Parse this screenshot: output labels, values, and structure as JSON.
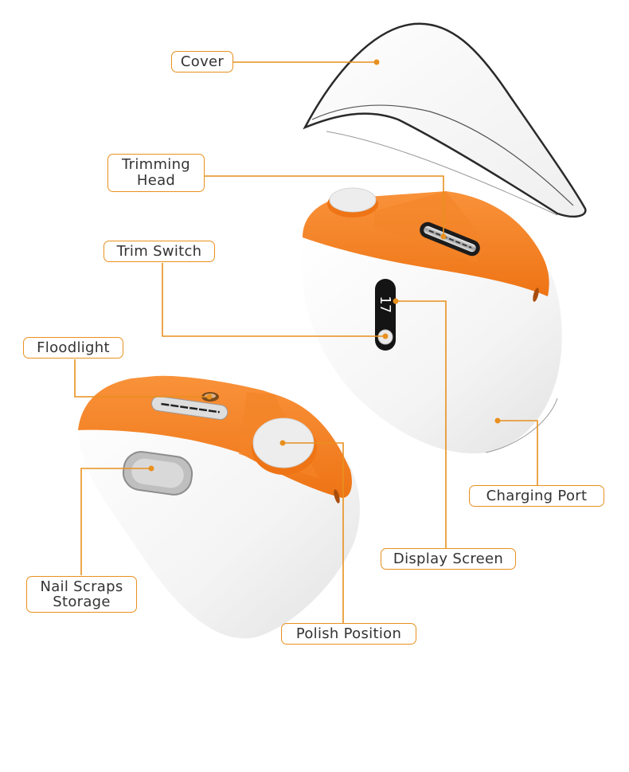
{
  "diagram": {
    "type": "product-callout",
    "accent_color": "#E8901F",
    "device_orange": "#F47B20",
    "device_white": "#F7F7F7",
    "display_reading": "17",
    "labels": [
      {
        "id": "cover",
        "lines": [
          "Cover"
        ]
      },
      {
        "id": "trimming-head",
        "lines": [
          "Trimming",
          "Head"
        ]
      },
      {
        "id": "trim-switch",
        "lines": [
          "Trim Switch"
        ]
      },
      {
        "id": "floodlight",
        "lines": [
          "Floodlight"
        ]
      },
      {
        "id": "nail-scraps-storage",
        "lines": [
          "Nail Scraps",
          "Storage"
        ]
      },
      {
        "id": "polish-position",
        "lines": [
          "Polish Position"
        ]
      },
      {
        "id": "display-screen",
        "lines": [
          "Display Screen"
        ]
      },
      {
        "id": "charging-port",
        "lines": [
          "Charging Port"
        ]
      }
    ]
  }
}
